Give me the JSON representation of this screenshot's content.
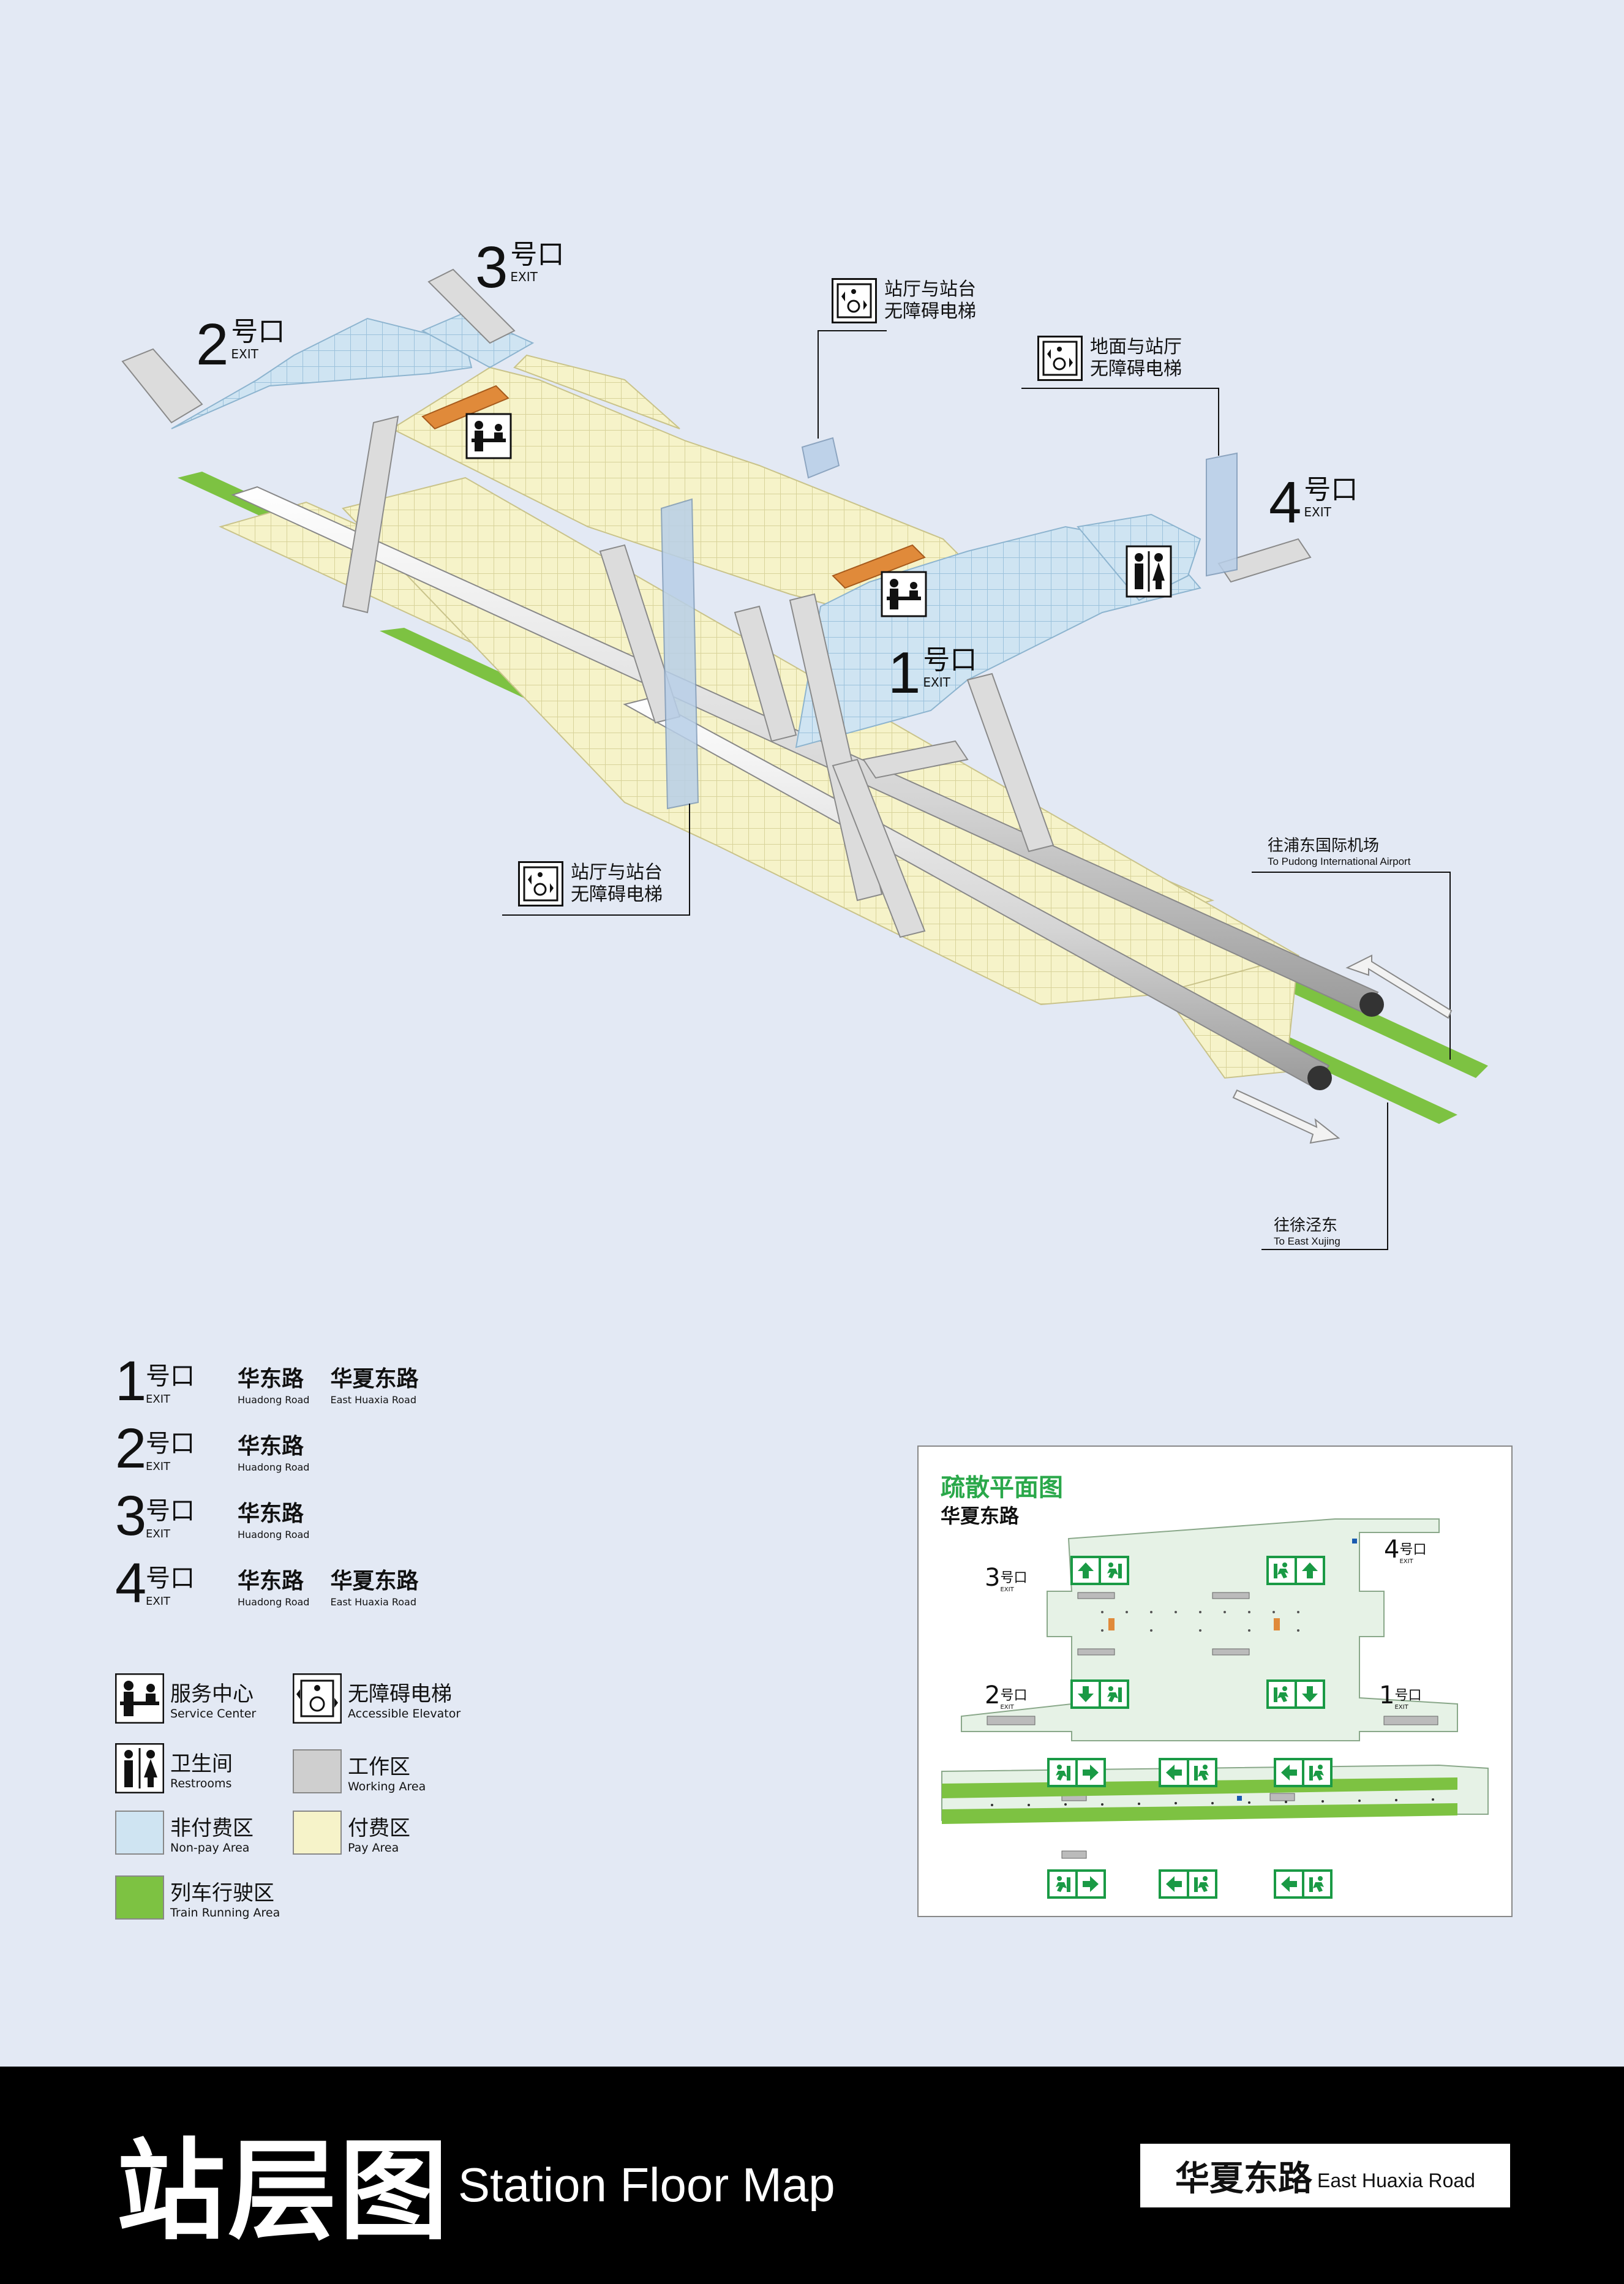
{
  "map": {
    "exits": [
      {
        "num": "1",
        "zh": "号口",
        "en": "EXIT"
      },
      {
        "num": "2",
        "zh": "号口",
        "en": "EXIT"
      },
      {
        "num": "3",
        "zh": "号口",
        "en": "EXIT"
      },
      {
        "num": "4",
        "zh": "号口",
        "en": "EXIT"
      }
    ],
    "callouts": {
      "elevator_hall_platform": {
        "line1": "站厅与站台",
        "line2": "无障碍电梯"
      },
      "elevator_ground_hall": {
        "line1": "地面与站厅",
        "line2": "无障碍电梯"
      },
      "elevator_hall_platform_2": {
        "line1": "站厅与站台",
        "line2": "无障碍电梯"
      }
    },
    "directions": {
      "airport": {
        "zh": "往浦东国际机场",
        "en": "To Pudong International Airport"
      },
      "xujing": {
        "zh": "往徐泾东",
        "en": "To East Xujing"
      }
    },
    "colors": {
      "non_pay": "#cfe4f2",
      "pay": "#f6f3c9",
      "working": "#cfcfcf",
      "track": "#7dc242",
      "background": "#e3e9f4"
    }
  },
  "legend": {
    "exits": [
      {
        "num": "1",
        "zh": "号口",
        "en": "EXIT",
        "roads": [
          {
            "zh": "华东路",
            "en": "Huadong Road"
          },
          {
            "zh": "华夏东路",
            "en": "East Huaxia Road"
          }
        ]
      },
      {
        "num": "2",
        "zh": "号口",
        "en": "EXIT",
        "roads": [
          {
            "zh": "华东路",
            "en": "Huadong Road"
          }
        ]
      },
      {
        "num": "3",
        "zh": "号口",
        "en": "EXIT",
        "roads": [
          {
            "zh": "华东路",
            "en": "Huadong Road"
          }
        ]
      },
      {
        "num": "4",
        "zh": "号口",
        "en": "EXIT",
        "roads": [
          {
            "zh": "华东路",
            "en": "Huadong Road"
          },
          {
            "zh": "华夏东路",
            "en": "East Huaxia Road"
          }
        ]
      }
    ],
    "symbols": {
      "service": {
        "zh": "服务中心",
        "en": "Service Center",
        "icon": "service-center-icon"
      },
      "elevator": {
        "zh": "无障碍电梯",
        "en": "Accessible Elevator",
        "icon": "accessible-elevator-icon"
      },
      "restroom": {
        "zh": "卫生间",
        "en": "Restrooms",
        "icon": "restroom-icon"
      },
      "working": {
        "zh": "工作区",
        "en": "Working Area"
      },
      "nonpay": {
        "zh": "非付费区",
        "en": "Non-pay Area"
      },
      "pay": {
        "zh": "付费区",
        "en": "Pay Area"
      },
      "track": {
        "zh": "列车行驶区",
        "en": "Train Running Area"
      }
    }
  },
  "evacuation": {
    "title": "疏散平面图",
    "station": "华夏东路",
    "exits": [
      {
        "num": "3",
        "zh": "号口",
        "en": "EXIT"
      },
      {
        "num": "4",
        "zh": "号口",
        "en": "EXIT"
      },
      {
        "num": "2",
        "zh": "号口",
        "en": "EXIT"
      },
      {
        "num": "1",
        "zh": "号口",
        "en": "EXIT"
      }
    ]
  },
  "footer": {
    "title_zh": "站层图",
    "title_en": "Station Floor Map",
    "station_zh": "华夏东路",
    "station_en": "East Huaxia Road"
  }
}
